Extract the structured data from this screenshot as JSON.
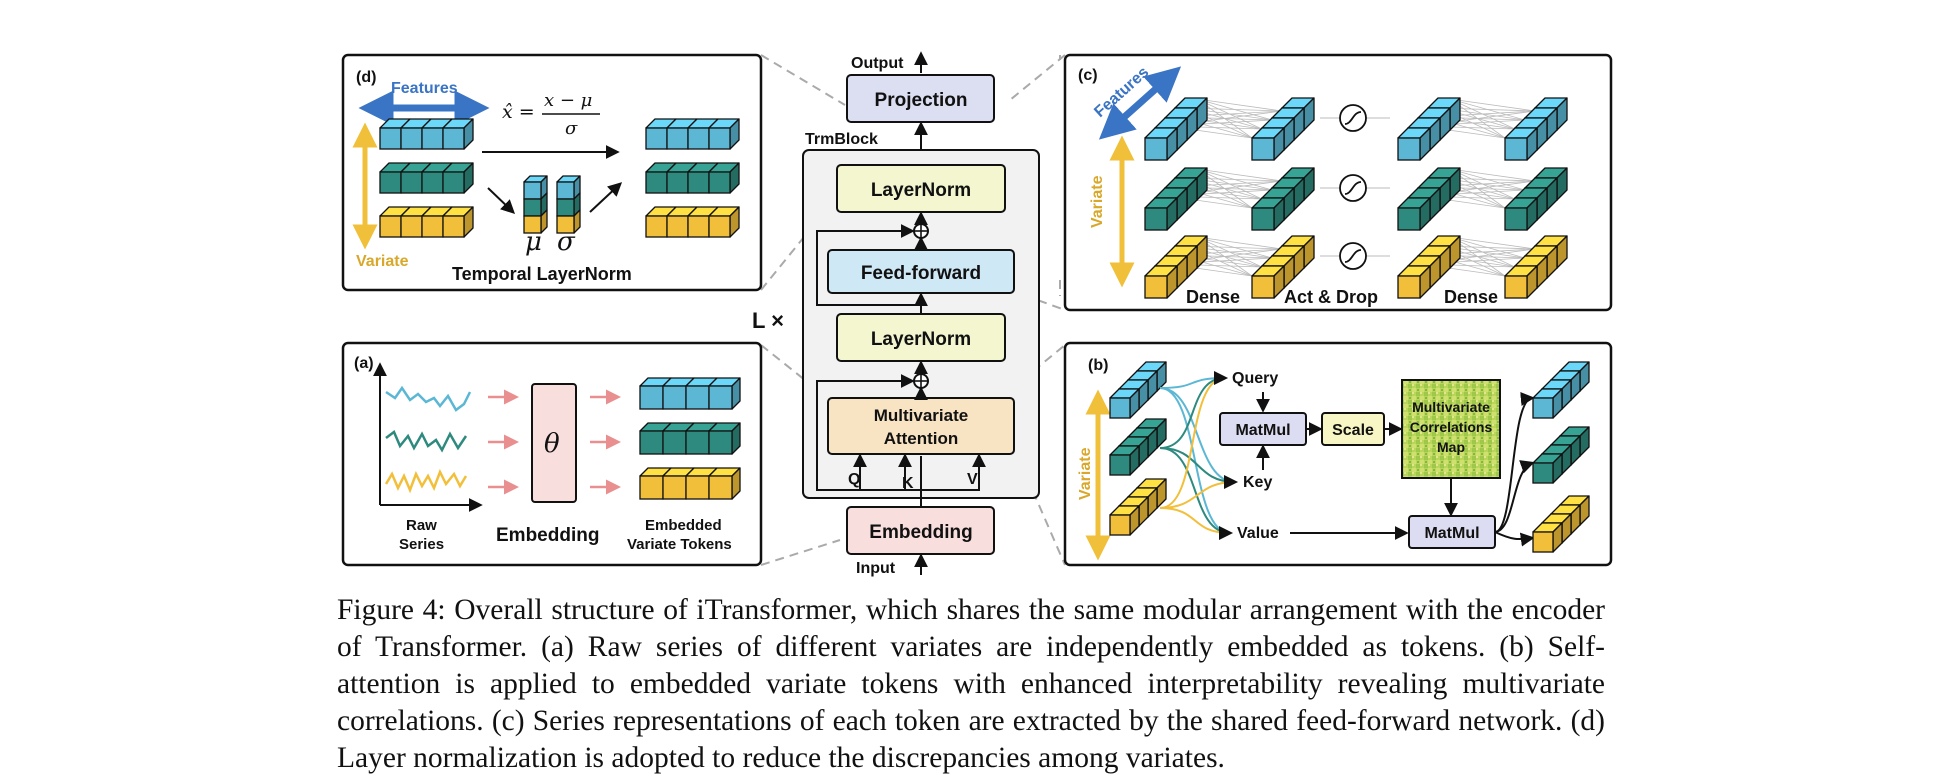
{
  "figure": {
    "center": {
      "output_label": "Output",
      "input_label": "Input",
      "projection_label": "Projection",
      "trmblock_label": "TrmBlock",
      "layernorm_top_label": "LayerNorm",
      "feedforward_label": "Feed-forward",
      "layernorm_mid_label": "LayerNorm",
      "attention_label_line1": "Multivariate",
      "attention_label_line2": "Attention",
      "q_label": "Q",
      "k_label": "K",
      "v_label": "V",
      "embedding_label": "Embedding",
      "repeat_label": "L ×"
    },
    "panel_d": {
      "tag": "(d)",
      "features_label": "Features",
      "variate_label": "Variate",
      "formula_lhs": "x̂ =",
      "formula_num": "x − μ",
      "formula_den": "σ",
      "mu_label": "μ",
      "sigma_label": "σ",
      "title": "Temporal LayerNorm"
    },
    "panel_a": {
      "tag": "(a)",
      "theta_label": "θ",
      "raw_line1": "Raw",
      "raw_line2": "Series",
      "embedding_label": "Embedding",
      "tokens_line1": "Embedded",
      "tokens_line2": "Variate Tokens"
    },
    "panel_c": {
      "tag": "(c)",
      "features_label": "Features",
      "variate_label": "Variate",
      "dense_left_label": "Dense",
      "act_drop_label": "Act & Drop",
      "dense_right_label": "Dense"
    },
    "panel_b": {
      "tag": "(b)",
      "variate_label": "Variate",
      "query_label": "Query",
      "key_label": "Key",
      "value_label": "Value",
      "matmul_top_label": "MatMul",
      "scale_label": "Scale",
      "map_line1": "Multivariate",
      "map_line2": "Correlations",
      "map_line3": "Map",
      "matmul_bottom_label": "MatMul"
    },
    "colors": {
      "blue": "#5bb7d4",
      "teal": "#2e8a7e",
      "yellow": "#f2bf3a",
      "feature_arrow": "#3a74c4",
      "variate_arrow": "#f0c03a",
      "projection_fill": "#dcdff2",
      "layernorm_fill": "#f3f6cf",
      "feedforward_fill": "#cfe8f6",
      "attention_fill": "#f8e3c3",
      "embedding_fill": "#f9dede",
      "matmul_fill": "#dcdcf2",
      "scale_fill": "#f9f6c6",
      "map_fill": "#b7d65a",
      "pink_arrow": "#e98f8f"
    }
  },
  "caption": {
    "figure_number": "Figure 4:",
    "text": "Overall structure of iTransformer, which shares the same modular arrangement with the encoder of Transformer. (a) Raw series of different variates are independently embedded as tokens. (b) Self-attention is applied to embedded variate tokens with enhanced interpretability revealing multivariate correlations. (c) Series representations of each token are extracted by the shared feed-forward network. (d) Layer normalization is adopted to reduce the discrepancies among variates."
  }
}
